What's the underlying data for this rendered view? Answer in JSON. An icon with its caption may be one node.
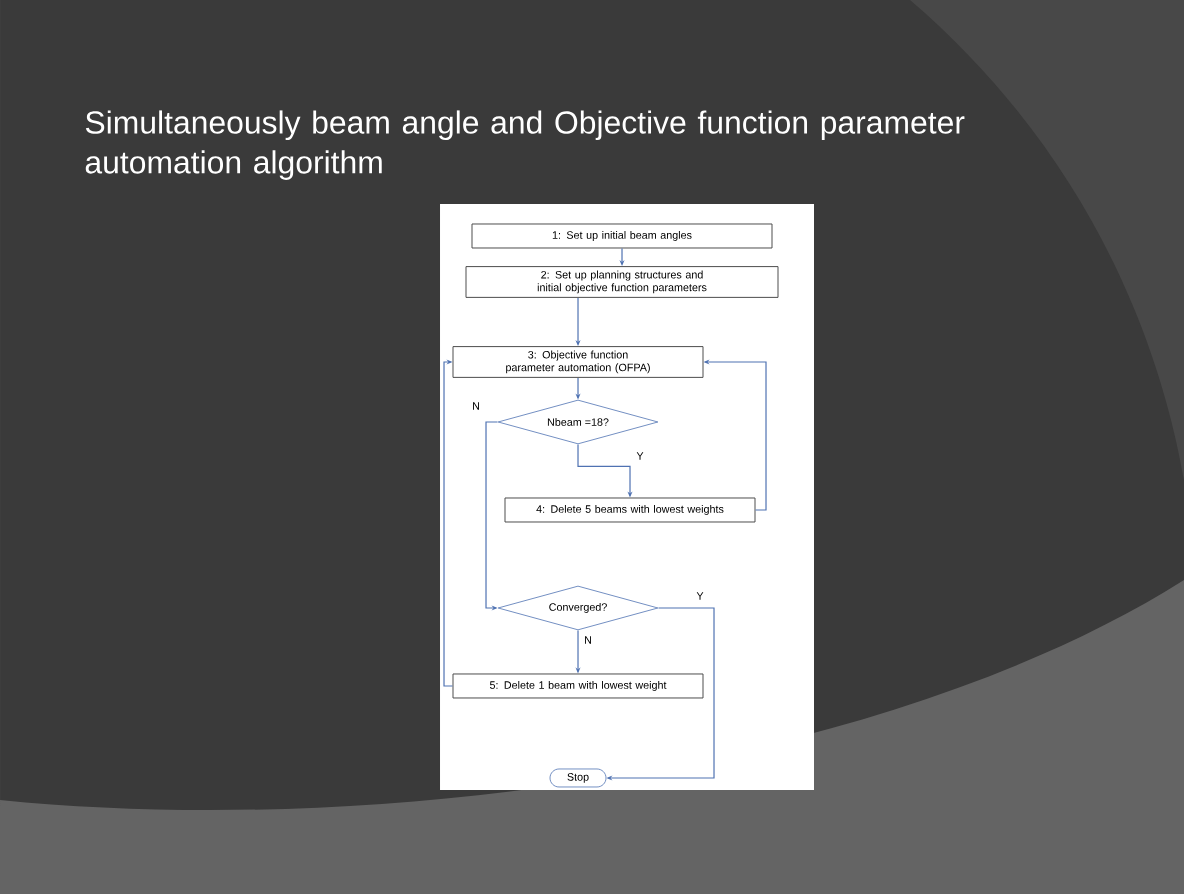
{
  "diagram": {
    "title": "Simultaneously beam angle and Objective function parameter automation algorithm",
    "nodes": [
      {
        "text": [
          "1: Set up initial beam angles"
        ]
      },
      {
        "text": [
          "2: Set up planning structures and initial objective function parameters"
        ]
      },
      {
        "text": [
          "3: Objective function parameter automation (OFPA)"
        ]
      },
      {
        "text": [
          "Nbeam =18?"
        ]
      },
      {
        "text": [
          "4: Delete 5 beams with lowest weights"
        ]
      },
      {
        "text": [
          "Converged?"
        ]
      },
      {
        "text": [
          "5: Delete 1 beam with lowest weight"
        ]
      },
      {
        "text": [
          "Stop"
        ]
      }
    ],
    "edges": [
      {
        "from": 0,
        "to": 1,
        "arrow": "to"
      },
      {
        "from": 1,
        "to": 2,
        "arrow": "to"
      },
      {
        "from": 2,
        "to": 3,
        "arrow": "to"
      },
      {
        "from": 3,
        "to": 4,
        "arrow": "to",
        "label": "Y"
      },
      {
        "from": 3,
        "to": 5,
        "arrow": "to",
        "label": "N"
      },
      {
        "from": 4,
        "to": 2,
        "arrow": "to"
      },
      {
        "from": 5,
        "to": 6,
        "arrow": "to",
        "label": "N"
      },
      {
        "from": 5,
        "to": 7,
        "arrow": "to",
        "label": "Y"
      },
      {
        "from": 6,
        "to": 2,
        "arrow": "to"
      }
    ]
  }
}
